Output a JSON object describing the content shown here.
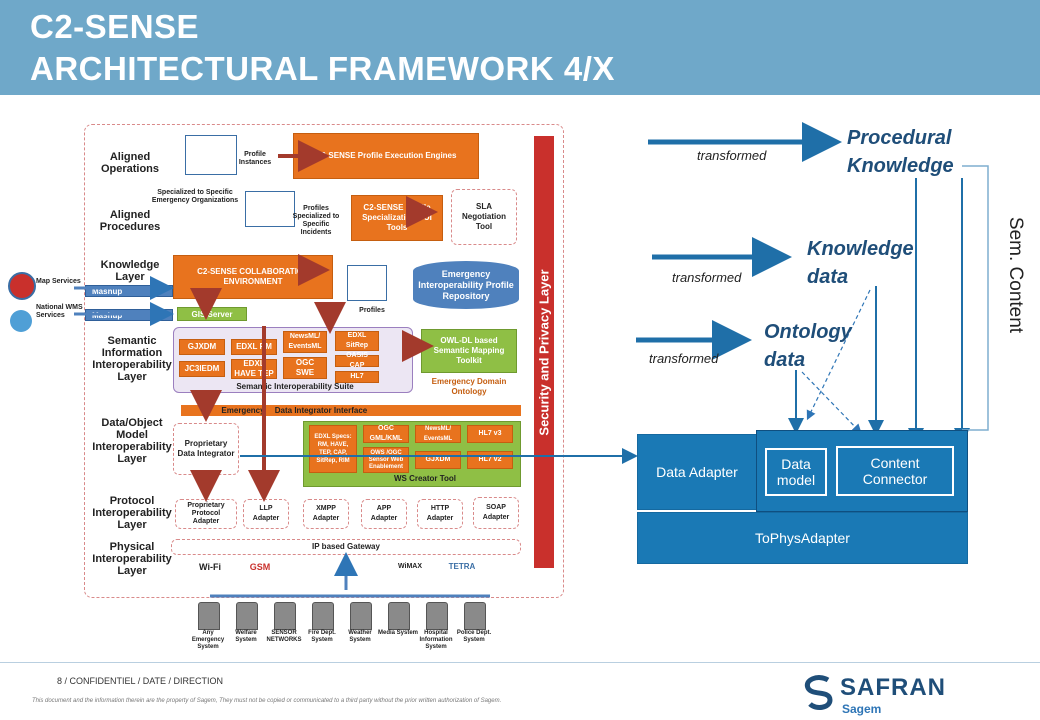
{
  "header": {
    "title_line1": "C2-SENSE",
    "title_line2": "ARCHITECTURAL FRAMEWORK 4/X"
  },
  "layers": {
    "aligned_operations": "Aligned Operations",
    "aligned_procedures": "Aligned Procedures",
    "knowledge_layer": "Knowledge Layer",
    "semantic_layer": "Semantic Information Interoperability Layer",
    "data_object_layer": "Data/Object Model Interoperability Layer",
    "protocol_layer": "Protocol Interoperability Layer",
    "physical_layer": "Physical Interoperability Layer"
  },
  "boxes": {
    "profile_instances": "Profile Instances",
    "execution_engines": "C2-SENSE Profile Execution Engines",
    "specialized_orgs": "Specialized to Specific Emergency Organizations",
    "profiles_specialized": "Profiles Specialized to Specific Incidents",
    "gui_tools": "C2-SENSE Profile Specialization GUI Tools",
    "sla": "SLA Negotiation Tool",
    "collab_env": "C2-SENSE COLLABORATION ENVIRONMENT",
    "profiles": "Profiles",
    "repository": "Emergency Interoperability Profile Repository",
    "map_services": "Map Services",
    "national_wms": "National WMS Services",
    "mashup1": "Mashup",
    "mashup2": "Mashup",
    "gis_server": "GIS Server",
    "gjxdm": "GJXDM",
    "edxl_rm": "EDXL RM",
    "jc3iedm": "JC3IEDM",
    "edxl_have": "EDXL HAVE TEP",
    "newsml": "NewsML/ EventsML",
    "ogc_swe": "OGC SWE",
    "edxl_sitrep": "EDXL SitRep",
    "oasis_cap": "OASIS CAP",
    "hl7": "HL7",
    "semantic_suite": "Semantic Interoperability Suite",
    "owl_toolkit": "OWL-DL based Semantic Mapping Toolkit",
    "domain_ontology": "Emergency Domain Ontology",
    "integrator_interface_a": "Emergency",
    "integrator_interface_b": "Data Integrator Interface",
    "proprietary_integrator": "Proprietary Data Integrator",
    "edxl_specs": "EDXL Specs: RM, HAVE, TEP, CAP, SitRep, RIM",
    "ogc_gml": "OGC GML/KML",
    "newsml2": "NewsML/ EventsML",
    "hl7v3": "HL7 v3",
    "ows_ogc": "OWS /OGC Sensor Web Enablement",
    "gjxdm2": "GJXDM",
    "hl7v2": "HL7 v2",
    "ws_creator": "WS Creator Tool",
    "proprietary_adapter": "Proprietary Protocol Adapter",
    "llp_adapter": "LLP Adapter",
    "xmpp_adapter": "XMPP Adapter",
    "app_adapter": "APP Adapter",
    "http_adapter": "HTTP Adapter",
    "soap_adapter": "SOAP Adapter",
    "gateway": "IP based Gateway",
    "security_layer": "Security and Privacy Layer",
    "wifi": "Wi-Fi",
    "gsm": "GSM",
    "wimax": "WiMAX",
    "tetra": "TETRA",
    "bottom_systems": [
      "Any Emergency System",
      "Welfare System",
      "SENSOR NETWORKS",
      "Fire Dept. System",
      "Weather System",
      "Media System",
      "Hospital Information System",
      "Police Dept. System"
    ]
  },
  "right": {
    "procedural": "Procedural Knowledge",
    "knowledge_data": "Knowledge data",
    "ontology_data": "Ontology data",
    "transformed1": "transformed",
    "transformed2": "transformed",
    "transformed3": "transformed",
    "sem_content": "Sem. Content",
    "data_adapter": "Data Adapter",
    "data_model": "Data model",
    "content_connector": "Content Connector",
    "tophys": "ToPhysAdapter"
  },
  "footer": {
    "page": "8 /",
    "line": "CONFIDENTIEL / DATE / DIRECTION",
    "disclaimer": "This document and the information therein are the property of Sagem, They must not be copied or communicated to a third party without the prior written authorization of Sagem.",
    "brand": "SAFRAN",
    "sub": "Sagem"
  },
  "colors": {
    "header": "#6fa8c9",
    "orange": "#e8731e",
    "green": "#8fbf45",
    "blue": "#1a79b5",
    "security": "#c9302c"
  }
}
